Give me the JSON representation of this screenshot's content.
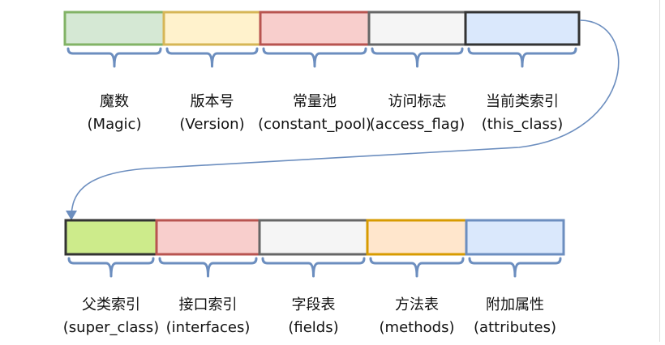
{
  "row1": [
    {
      "zh": "魔数",
      "en": "(Magic)",
      "color": "#d5e8d4",
      "border": "#82b366"
    },
    {
      "zh": "版本号",
      "en": "(Version)",
      "color": "#fff2cc",
      "border": "#d6b656"
    },
    {
      "zh": "常量池",
      "en": "(constant_pool)",
      "color": "#f8cecc",
      "border": "#b85450"
    },
    {
      "zh": "访问标志",
      "en": "(access_flag)",
      "color": "#f5f5f5",
      "border": "#666666"
    },
    {
      "zh": "当前类索引",
      "en": "(this_class)",
      "color": "#dae8fc",
      "border": "#333333"
    }
  ],
  "row2": [
    {
      "zh": "父类索引",
      "en": "(super_class)",
      "color": "#cdeb8b",
      "border": "#333333"
    },
    {
      "zh": "接口索引",
      "en": "(interfaces)",
      "color": "#f8cecc",
      "border": "#b85450"
    },
    {
      "zh": "字段表",
      "en": "(fields)",
      "color": "#f5f5f5",
      "border": "#666666"
    },
    {
      "zh": "方法表",
      "en": "(methods)",
      "color": "#ffe6cc",
      "border": "#d79b00"
    },
    {
      "zh": "附加属性",
      "en": "(attributes)",
      "color": "#dae8fc",
      "border": "#6c8ebf"
    }
  ],
  "colors": {
    "brace": "#6c8ebf",
    "connector": "#6c8ebf"
  }
}
